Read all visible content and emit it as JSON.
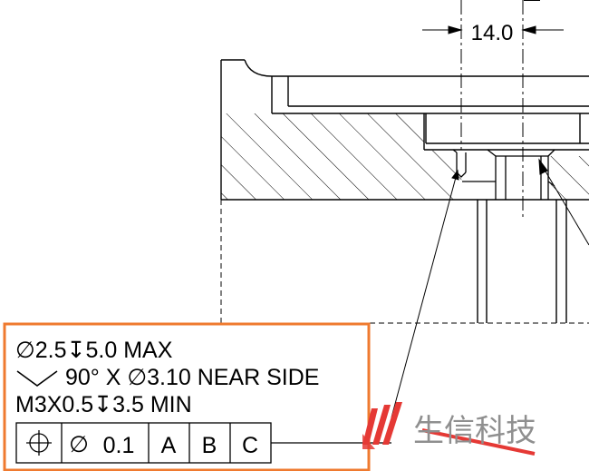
{
  "dimension": {
    "value": "14.0"
  },
  "note": {
    "line1": {
      "dia": "∅",
      "size": "2.5",
      "depth": "↧",
      "depth_value": "5.0 MAX"
    },
    "line2": {
      "csk": "90° X ∅3.10 NEAR SIDE"
    },
    "line3": {
      "thread": "M3X0.5",
      "depth": "↧",
      "depth_value": "3.5 MIN"
    }
  },
  "feature_control_frame": {
    "symbol": "position",
    "cells": [
      "∅",
      "0.1",
      "A",
      "B",
      "C"
    ]
  },
  "watermark": {
    "text": "生信科技"
  },
  "colors": {
    "highlight_border": "#ef7a2f",
    "line": "#000000",
    "watermark_red": "#e53935",
    "watermark_text": "#8f8f8f"
  }
}
